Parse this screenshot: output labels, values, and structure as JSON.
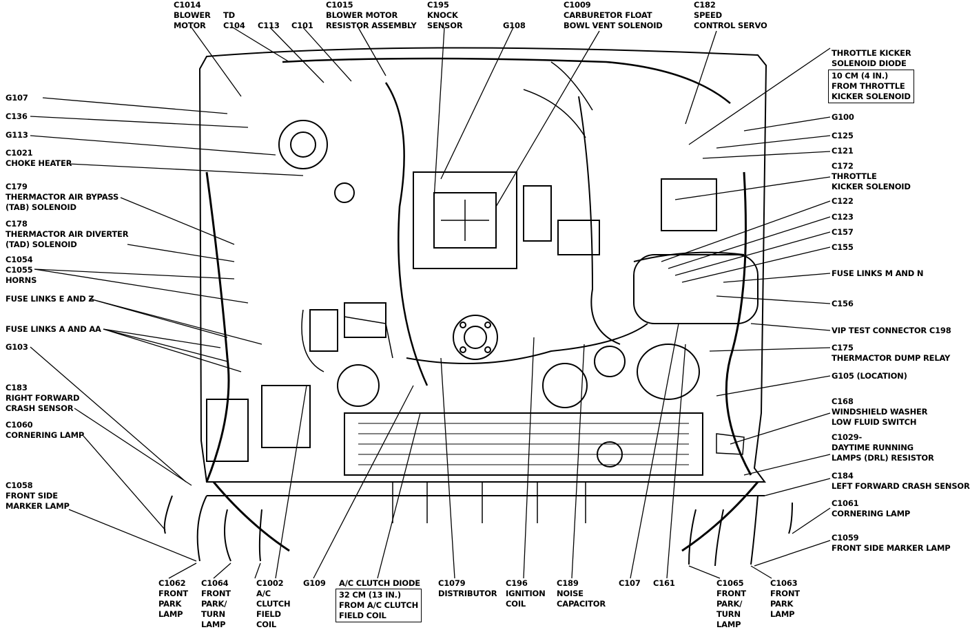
{
  "labels": [
    {
      "id": "c1014",
      "lines": [
        "C1014",
        "BLOWER",
        "MOTOR"
      ]
    },
    {
      "id": "td",
      "lines": [
        "TD",
        "C104"
      ]
    },
    {
      "id": "c113",
      "lines": [
        "C113"
      ]
    },
    {
      "id": "c101",
      "lines": [
        "C101"
      ]
    },
    {
      "id": "c1015",
      "lines": [
        "C1015",
        "BLOWER MOTOR",
        "RESISTOR ASSEMBLY"
      ]
    },
    {
      "id": "c195",
      "lines": [
        "C195",
        "KNOCK",
        "SENSOR"
      ]
    },
    {
      "id": "g108",
      "lines": [
        "G108"
      ]
    },
    {
      "id": "c1009",
      "lines": [
        "C1009",
        "CARBURETOR FLOAT",
        "BOWL VENT SOLENOID"
      ]
    },
    {
      "id": "c182",
      "lines": [
        "C182",
        "SPEED",
        "CONTROL SERVO"
      ]
    },
    {
      "id": "kicker_diode",
      "lines": [
        "THROTTLE KICKER",
        "SOLENOID DIODE"
      ]
    },
    {
      "id": "kicker_diode_box",
      "lines": [
        "10 CM (4 IN.)",
        "FROM THROTTLE",
        "KICKER SOLENOID"
      ]
    },
    {
      "id": "g107",
      "lines": [
        "G107"
      ]
    },
    {
      "id": "c136",
      "lines": [
        "C136"
      ]
    },
    {
      "id": "g113",
      "lines": [
        "G113"
      ]
    },
    {
      "id": "c1021",
      "lines": [
        "C1021",
        "CHOKE HEATER"
      ]
    },
    {
      "id": "c179",
      "lines": [
        "C179",
        "THERMACTOR AIR BYPASS",
        "(TAB) SOLENOID"
      ]
    },
    {
      "id": "c178",
      "lines": [
        "C178",
        "THERMACTOR AIR DIVERTER",
        "(TAD) SOLENOID"
      ]
    },
    {
      "id": "c1054",
      "lines": [
        "C1054",
        "C1055",
        "HORNS"
      ]
    },
    {
      "id": "fuse_ez",
      "lines": [
        "FUSE LINKS E AND Z"
      ]
    },
    {
      "id": "fuse_aaa",
      "lines": [
        "FUSE LINKS A AND AA"
      ]
    },
    {
      "id": "g103",
      "lines": [
        "G103"
      ]
    },
    {
      "id": "c183",
      "lines": [
        "C183",
        "RIGHT FORWARD",
        "CRASH SENSOR"
      ]
    },
    {
      "id": "c1060",
      "lines": [
        "C1060",
        "CORNERING LAMP"
      ]
    },
    {
      "id": "c1058",
      "lines": [
        "C1058",
        "FRONT SIDE",
        "MARKER LAMP"
      ]
    },
    {
      "id": "g100",
      "lines": [
        "G100"
      ]
    },
    {
      "id": "c125",
      "lines": [
        "C125"
      ]
    },
    {
      "id": "c121",
      "lines": [
        "C121"
      ]
    },
    {
      "id": "c172",
      "lines": [
        "C172",
        "THROTTLE",
        "KICKER SOLENOID"
      ]
    },
    {
      "id": "c122",
      "lines": [
        "C122"
      ]
    },
    {
      "id": "c123",
      "lines": [
        "C123"
      ]
    },
    {
      "id": "c157",
      "lines": [
        "C157"
      ]
    },
    {
      "id": "c155",
      "lines": [
        "C155"
      ]
    },
    {
      "id": "fuse_mn",
      "lines": [
        "FUSE LINKS M AND N"
      ]
    },
    {
      "id": "c156",
      "lines": [
        "C156"
      ]
    },
    {
      "id": "vip",
      "lines": [
        "VIP TEST CONNECTOR C198"
      ]
    },
    {
      "id": "c175",
      "lines": [
        "C175",
        "THERMACTOR DUMP RELAY"
      ]
    },
    {
      "id": "g105",
      "lines": [
        "G105 (LOCATION)"
      ]
    },
    {
      "id": "c168",
      "lines": [
        "C168",
        "WINDSHIELD WASHER",
        "LOW FLUID SWITCH"
      ]
    },
    {
      "id": "c1029",
      "lines": [
        "C1029-",
        "DAYTIME RUNNING",
        "LAMPS (DRL) RESISTOR"
      ]
    },
    {
      "id": "c184",
      "lines": [
        "C184",
        "LEFT FORWARD CRASH SENSOR"
      ]
    },
    {
      "id": "c1061",
      "lines": [
        "C1061",
        "CORNERING LAMP"
      ]
    },
    {
      "id": "c1059",
      "lines": [
        "C1059",
        "FRONT SIDE MARKER LAMP"
      ]
    },
    {
      "id": "c1062",
      "lines": [
        "C1062",
        "FRONT",
        "PARK",
        "LAMP"
      ]
    },
    {
      "id": "c1064",
      "lines": [
        "C1064",
        "FRONT",
        "PARK/",
        "TURN",
        "LAMP"
      ]
    },
    {
      "id": "c1002",
      "lines": [
        "C1002",
        "A/C",
        "CLUTCH",
        "FIELD",
        "COIL"
      ]
    },
    {
      "id": "g109",
      "lines": [
        "G109"
      ]
    },
    {
      "id": "ac_diode",
      "lines": [
        "A/C CLUTCH DIODE"
      ]
    },
    {
      "id": "ac_diode_box",
      "lines": [
        "32 CM (13 IN.)",
        "FROM A/C CLUTCH",
        "FIELD COIL"
      ]
    },
    {
      "id": "c1079",
      "lines": [
        "C1079",
        "DISTRIBUTOR"
      ]
    },
    {
      "id": "c196",
      "lines": [
        "C196",
        "IGNITION",
        "COIL"
      ]
    },
    {
      "id": "c189",
      "lines": [
        "C189",
        "NOISE",
        "CAPACITOR"
      ]
    },
    {
      "id": "c107",
      "lines": [
        "C107"
      ]
    },
    {
      "id": "c161",
      "lines": [
        "C161"
      ]
    },
    {
      "id": "c1065",
      "lines": [
        "C1065",
        "FRONT",
        "PARK/",
        "TURN",
        "LAMP"
      ]
    },
    {
      "id": "c1063",
      "lines": [
        "C1063",
        "FRONT",
        "PARK",
        "LAMP"
      ]
    }
  ]
}
